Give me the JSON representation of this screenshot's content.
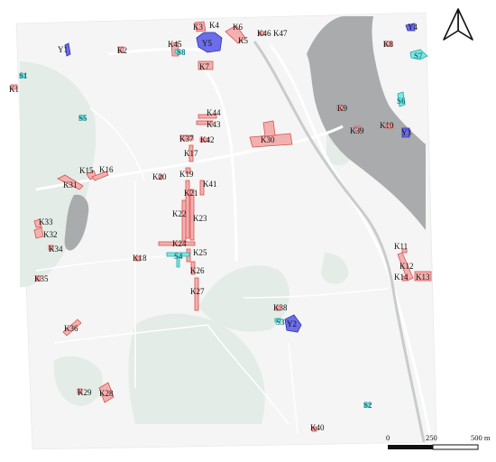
{
  "map": {
    "north_arrow": "north-arrow-icon",
    "scale_bar": {
      "labels": [
        "0",
        "250",
        "500 m"
      ]
    },
    "colors": {
      "k_fill": "#f3b0b0",
      "k_stroke": "#d9534f",
      "s_fill": "#7ee7e3",
      "s_label": "#0f7c80",
      "y_fill": "#6b6ee8",
      "water": "#a9abad",
      "green": "#e2ece6",
      "base": "#f4f5f4"
    },
    "k_sites": [
      "K1",
      "K2",
      "K3",
      "K4",
      "K5",
      "K6",
      "K7",
      "K8",
      "K9",
      "K10",
      "K11",
      "K12",
      "K13",
      "K14",
      "K15",
      "K16",
      "K17",
      "K18",
      "K19",
      "K20",
      "K21",
      "K22",
      "K23",
      "K24",
      "K25",
      "K26",
      "K27",
      "K28",
      "K29",
      "K30",
      "K31",
      "K32",
      "K33",
      "K34",
      "K35",
      "K36",
      "K37",
      "K38",
      "K39",
      "K40",
      "K41",
      "K42",
      "K43",
      "K44",
      "K45",
      "K46",
      "K47"
    ],
    "s_sites": [
      "S1",
      "S2",
      "S3",
      "S4",
      "S5",
      "S6",
      "S7",
      "S8"
    ],
    "y_sites": [
      "Y1",
      "Y2",
      "Y3",
      "Y4",
      "Y5"
    ]
  }
}
